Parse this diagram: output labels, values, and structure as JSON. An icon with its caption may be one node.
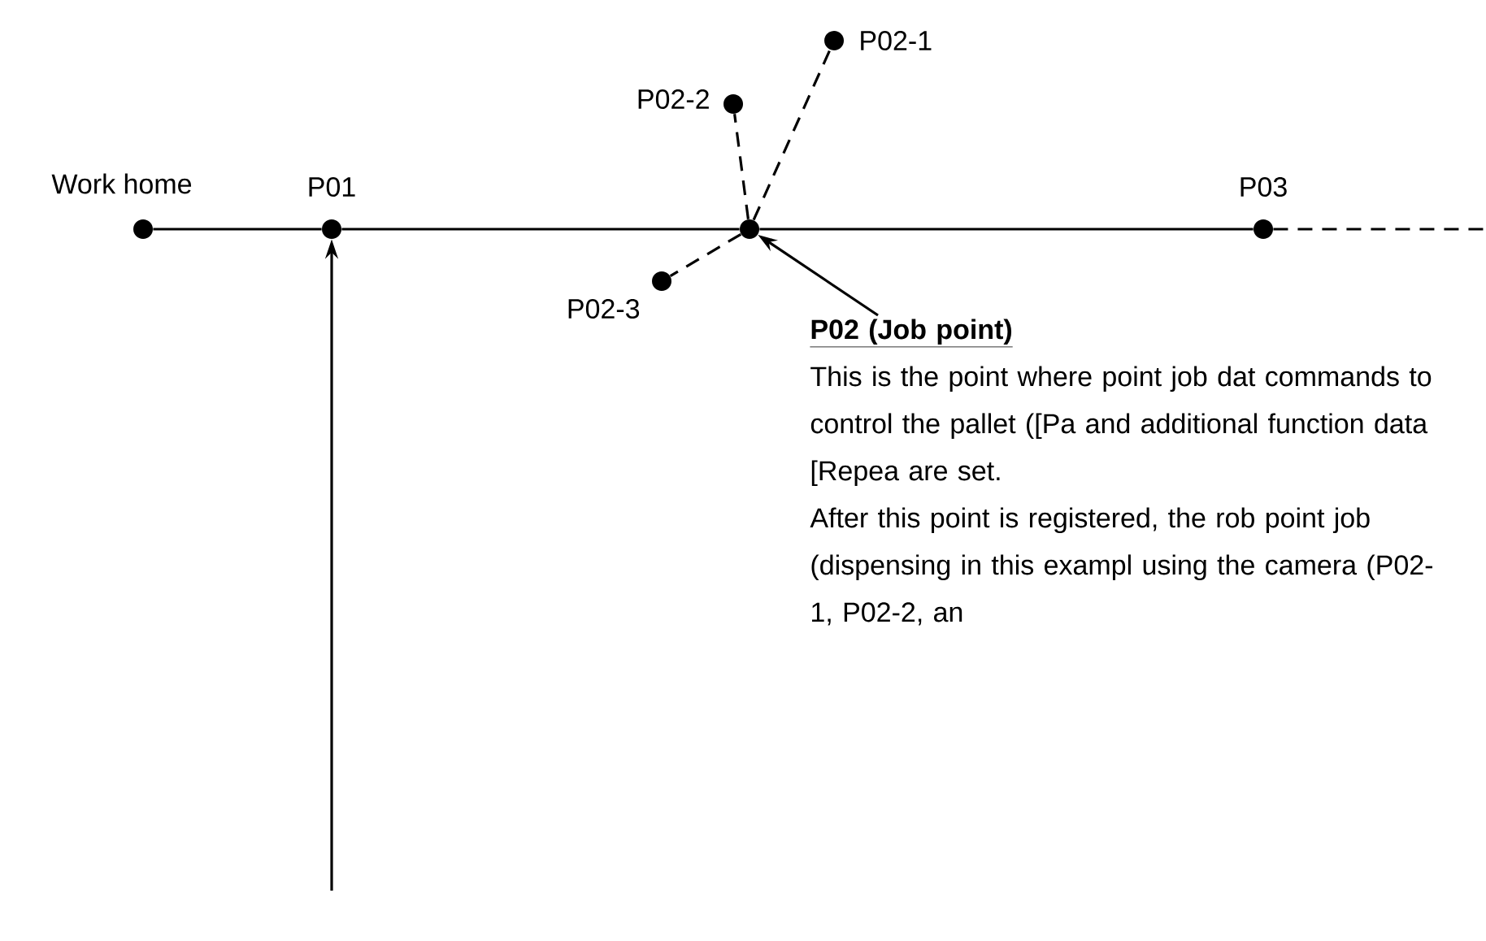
{
  "diagram": {
    "nodes": [
      {
        "text": [],
        "shape": "circle",
        "beside": [
          "Work home"
        ]
      },
      {
        "text": [],
        "shape": "circle",
        "beside": [
          "P01"
        ]
      },
      {
        "text": [],
        "shape": "circle"
      },
      {
        "text": [],
        "shape": "circle",
        "beside": [
          "P03"
        ]
      },
      {
        "text": [],
        "shape": "circle",
        "beside": [
          "P02-1"
        ]
      },
      {
        "text": [],
        "shape": "circle",
        "beside": [
          "P02-2"
        ]
      },
      {
        "text": [],
        "shape": "circle",
        "beside": [
          "P02-3"
        ]
      },
      {
        "text": [
          "P02 (Job point)",
          "This is the point where point job dat commands to control the pallet ([Pa and additional function data [Repea are set.",
          "After this point is registered, the rob point job (dispensing in this exampl using the camera (P02-1, P02-2, an"
        ]
      }
    ],
    "edges": [
      {
        "from": 0,
        "to": 1,
        "arrow": "none"
      },
      {
        "from": 1,
        "to": 2,
        "arrow": "none"
      },
      {
        "from": 2,
        "to": 3,
        "arrow": "none"
      },
      {
        "from": 2,
        "to": 4,
        "arrow": "none",
        "style": "dashed"
      },
      {
        "from": 2,
        "to": 5,
        "arrow": "none",
        "style": "dashed"
      },
      {
        "from": 2,
        "to": 6,
        "arrow": "none",
        "style": "dashed"
      },
      {
        "from": 3,
        "to": null,
        "arrow": "none",
        "style": "dashed"
      },
      {
        "from": null,
        "to": 1,
        "arrow": "to"
      },
      {
        "from": 7,
        "to": 2,
        "arrow": "to"
      }
    ]
  }
}
